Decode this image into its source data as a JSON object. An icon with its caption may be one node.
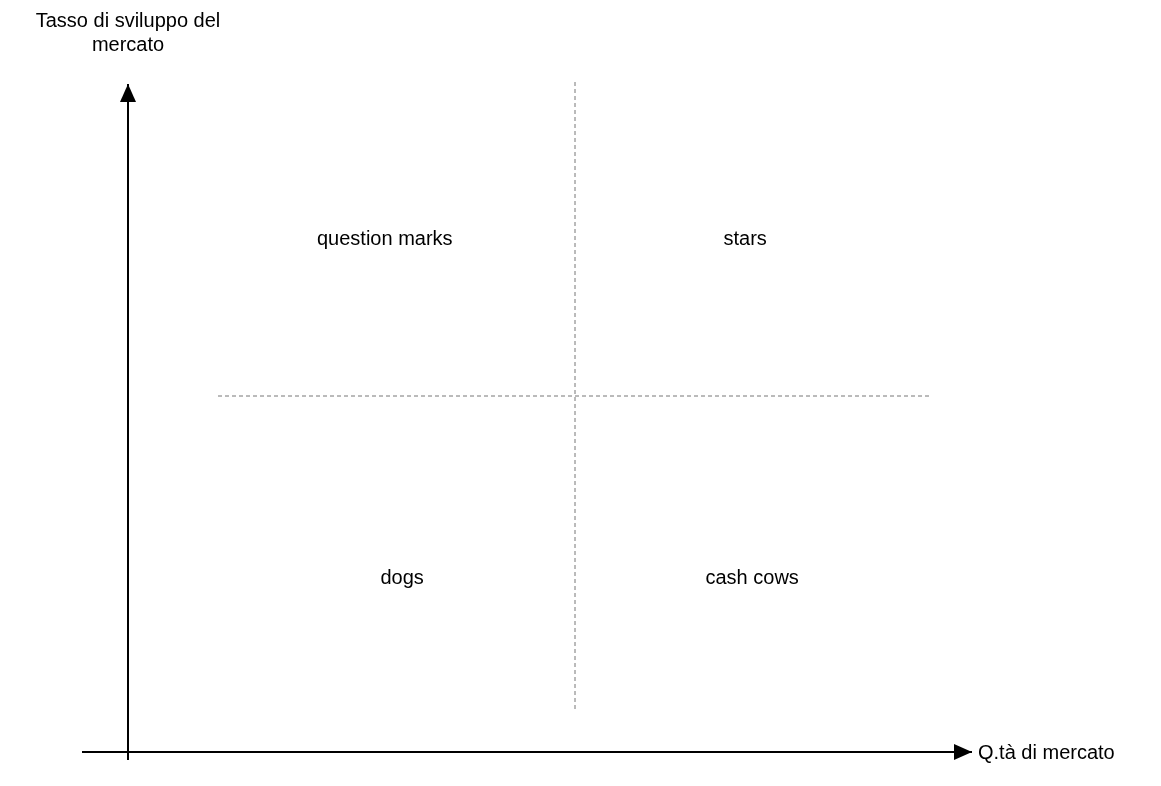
{
  "diagram": {
    "labels": [
      "Tasso di sviluppo del mercato",
      "question marks",
      "stars",
      "dogs",
      "cash cows",
      "Q.tà di mercato"
    ]
  }
}
